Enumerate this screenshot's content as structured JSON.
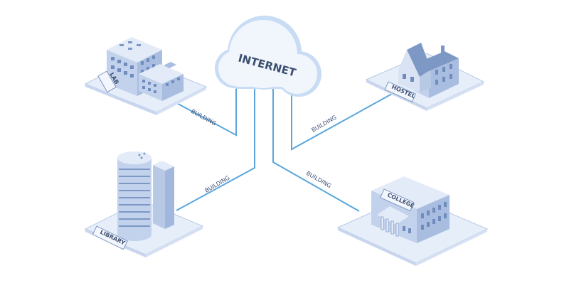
{
  "internet": {
    "label": "INTERNET"
  },
  "nodes": {
    "lab": {
      "label": "LAB"
    },
    "hostel": {
      "label": "HOSTEL"
    },
    "library": {
      "label": "LIBRARY"
    },
    "college": {
      "label": "COLLEGE"
    }
  },
  "links": {
    "lab": "BUILDING",
    "hostel": "BUILDING",
    "library": "BUILDING",
    "college": "BUILDING"
  },
  "colors": {
    "line": "#5aa6dc",
    "cloud": "#c8dcf4",
    "platform": "#e6eef9",
    "building": "#c3d2ec",
    "building_dark": "#7d98c4",
    "text": "#3c4e70"
  }
}
